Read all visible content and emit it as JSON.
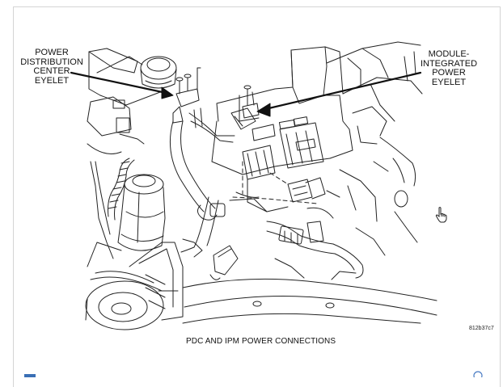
{
  "callouts": {
    "pdc_eyelet": [
      "POWER",
      "DISTRIBUTION",
      "CENTER",
      "EYELET"
    ],
    "ipm_eyelet": [
      "MODULE-",
      "INTEGRATED",
      "POWER",
      "EYELET"
    ]
  },
  "figure_id": "812b37c7",
  "caption": "PDC AND IPM POWER CONNECTIONS",
  "icons": {
    "cursor": "hand-pointer-icon",
    "bottom_left": "document-icon",
    "bottom_right": "help-icon"
  }
}
